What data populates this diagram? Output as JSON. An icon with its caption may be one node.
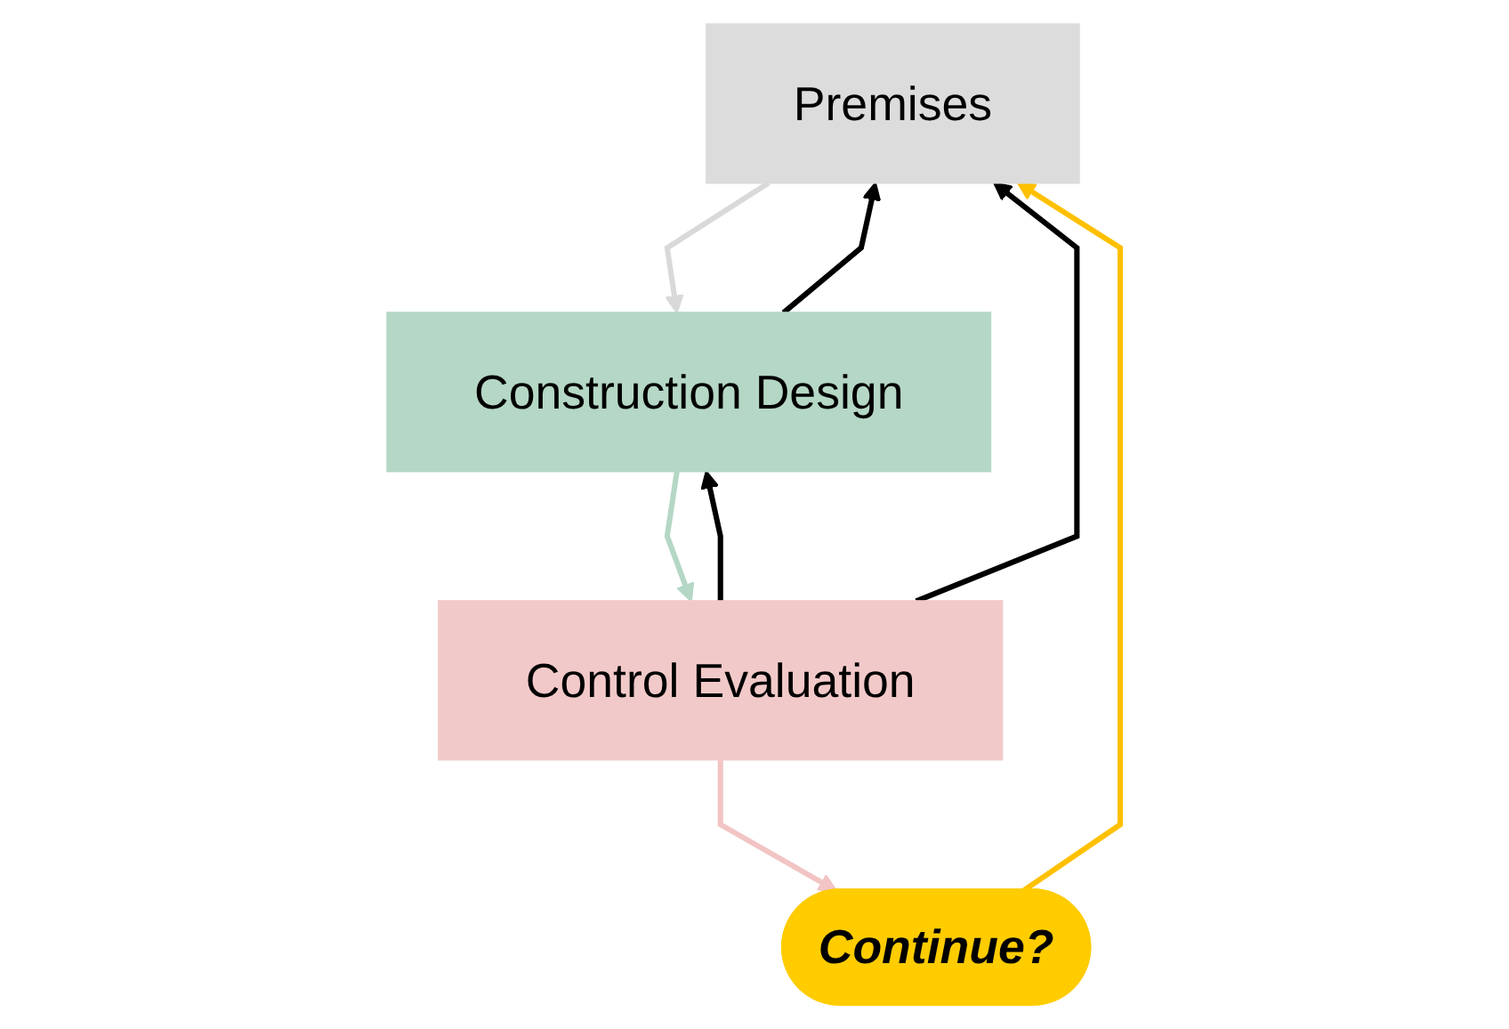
{
  "diagram": {
    "nodes": [
      {
        "text": [
          "Premises"
        ]
      },
      {
        "text": [
          "Construction Design"
        ]
      },
      {
        "text": [
          "Control Evaluation"
        ]
      },
      {
        "text": [
          "Continue?"
        ]
      }
    ],
    "edges": [
      {
        "from": 0,
        "to": 1,
        "arrow": "to",
        "color": "#d9d9d9"
      },
      {
        "from": 1,
        "to": 2,
        "arrow": "to",
        "color": "#b5d7c5"
      },
      {
        "from": 2,
        "to": 3,
        "arrow": "to",
        "color": "#f2c4c4"
      },
      {
        "from": 1,
        "to": 0,
        "arrow": "to"
      },
      {
        "from": 2,
        "to": 1,
        "arrow": "to"
      },
      {
        "from": 2,
        "to": 0,
        "arrow": "to"
      },
      {
        "from": 3,
        "to": 0,
        "arrow": "to",
        "color": "#ffc000"
      }
    ]
  }
}
